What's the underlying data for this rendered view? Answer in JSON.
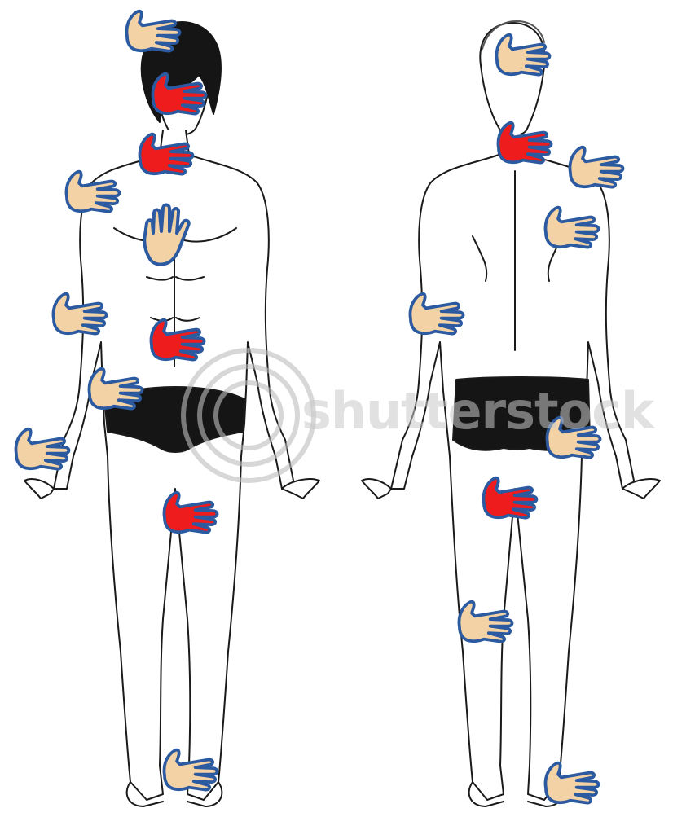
{
  "watermark": {
    "text": "shutterstock"
  },
  "colors": {
    "outline": "#1a1a1a",
    "underwear": "#151515",
    "hair": "#151515",
    "hand_neutral": "#f3d2a6",
    "hand_marked": "#ee1c1c",
    "hand_stroke": "#2c5aa0"
  },
  "figures": [
    {
      "name": "front-view",
      "hands": [
        {
          "name": "head-top",
          "kind": "neutral",
          "icon": "hand-icon"
        },
        {
          "name": "face",
          "kind": "marked",
          "icon": "hand-icon"
        },
        {
          "name": "throat",
          "kind": "marked",
          "icon": "hand-icon"
        },
        {
          "name": "right-shoulder",
          "kind": "neutral",
          "icon": "hand-icon"
        },
        {
          "name": "chest",
          "kind": "neutral",
          "icon": "hand-stop-icon"
        },
        {
          "name": "right-upper-arm",
          "kind": "neutral",
          "icon": "hand-icon"
        },
        {
          "name": "abdomen",
          "kind": "marked",
          "icon": "hand-icon"
        },
        {
          "name": "right-hip",
          "kind": "neutral",
          "icon": "hand-icon"
        },
        {
          "name": "right-hand",
          "kind": "neutral",
          "icon": "hand-icon"
        },
        {
          "name": "groin-thigh",
          "kind": "marked",
          "icon": "hand-icon"
        },
        {
          "name": "ankle",
          "kind": "neutral",
          "icon": "hand-icon"
        }
      ]
    },
    {
      "name": "back-view",
      "hands": [
        {
          "name": "back-head",
          "kind": "neutral",
          "icon": "hand-icon"
        },
        {
          "name": "neck",
          "kind": "marked",
          "icon": "hand-icon"
        },
        {
          "name": "shoulder",
          "kind": "neutral",
          "icon": "hand-icon"
        },
        {
          "name": "upper-back",
          "kind": "neutral",
          "icon": "hand-icon"
        },
        {
          "name": "left-arm",
          "kind": "neutral",
          "icon": "hand-icon"
        },
        {
          "name": "buttock",
          "kind": "neutral",
          "icon": "hand-icon"
        },
        {
          "name": "back-thigh",
          "kind": "marked",
          "icon": "hand-icon"
        },
        {
          "name": "back-knee",
          "kind": "neutral",
          "icon": "hand-icon"
        },
        {
          "name": "heel",
          "kind": "neutral",
          "icon": "hand-icon"
        }
      ]
    }
  ]
}
